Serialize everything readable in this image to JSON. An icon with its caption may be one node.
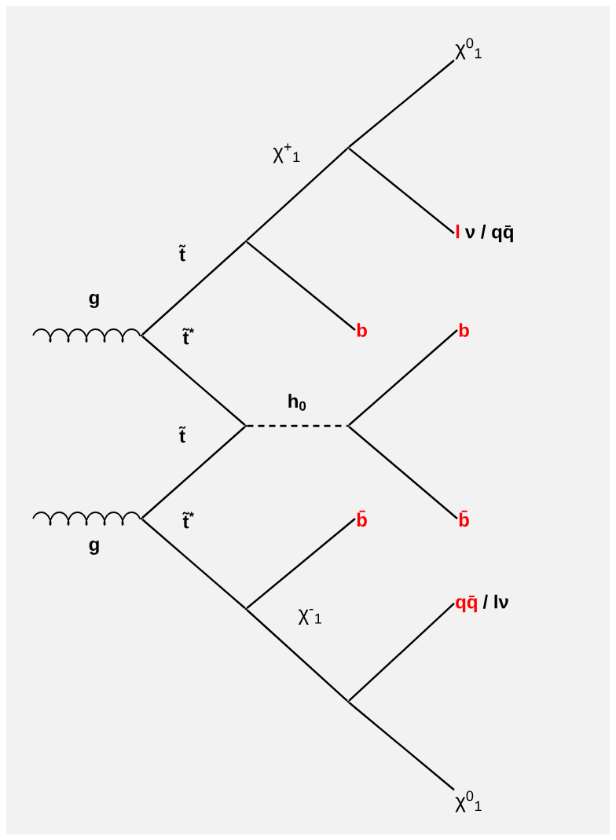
{
  "diagram": {
    "nodes": [
      {
        "text": [
          "χ$^{0}$$_{1}$"
        ]
      },
      {
        "text": [
          "l",
          "ν  / qq̄"
        ]
      },
      {
        "text": [
          "b"
        ]
      },
      {
        "text": [
          "b"
        ]
      },
      {
        "text": [
          "b̄"
        ]
      },
      {
        "text": [
          "b̄"
        ]
      },
      {
        "text": [
          "qq̄",
          "/ lν"
        ]
      },
      {
        "text": [
          "χ$^{0}$$_{1}$"
        ]
      },
      {
        "text": [],
        "shape": "dot"
      },
      {
        "text": [],
        "shape": "dot"
      },
      {
        "text": [],
        "shape": "dot"
      },
      {
        "text": [],
        "shape": "dot"
      },
      {
        "text": [],
        "shape": "dot"
      },
      {
        "text": [],
        "shape": "dot"
      },
      {
        "text": [],
        "shape": "dot"
      },
      {
        "text": [],
        "shape": "dot"
      }
    ],
    "edges": [
      {
        "from": null,
        "to": 8,
        "arrow": "none",
        "label": "g"
      },
      {
        "from": null,
        "to": 9,
        "arrow": "none",
        "label": "g"
      },
      {
        "from": 8,
        "to": 10,
        "arrow": "none",
        "label": "t̃"
      },
      {
        "from": 8,
        "to": 12,
        "arrow": "none",
        "label": "t̃$^{*}$"
      },
      {
        "from": 9,
        "to": 12,
        "arrow": "none",
        "label": "t̃"
      },
      {
        "from": 9,
        "to": 14,
        "arrow": "none",
        "label": "t̃$^{*}$"
      },
      {
        "from": 10,
        "to": 11,
        "arrow": "none",
        "label": "χ$^{+}$$_{1}$"
      },
      {
        "from": 10,
        "to": 2,
        "arrow": "none"
      },
      {
        "from": 11,
        "to": 0,
        "arrow": "none"
      },
      {
        "from": 11,
        "to": 1,
        "arrow": "none"
      },
      {
        "from": 12,
        "to": 13,
        "arrow": "none",
        "label": "h$_{0}$",
        "style": "dashed"
      },
      {
        "from": 13,
        "to": 3,
        "arrow": "none"
      },
      {
        "from": 13,
        "to": 4,
        "arrow": "none"
      },
      {
        "from": 14,
        "to": 5,
        "arrow": "none"
      },
      {
        "from": 14,
        "to": 15,
        "arrow": "none",
        "label": "χ$^{-}$$_{1}$"
      },
      {
        "from": 15,
        "to": 6,
        "arrow": "none"
      },
      {
        "from": 15,
        "to": 7,
        "arrow": "none"
      }
    ]
  }
}
